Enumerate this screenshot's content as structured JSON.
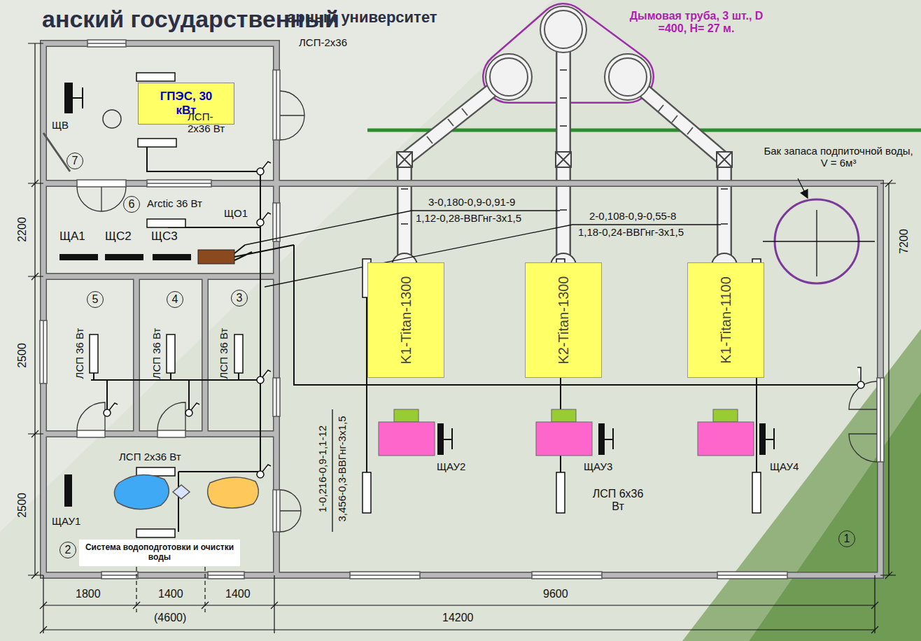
{
  "diagram": {
    "nodes": [
      {
        "text": [
          "ГПЭС, 30 кВт"
        ]
      },
      {
        "text": [
          "7"
        ]
      },
      {
        "text": [
          "6"
        ]
      },
      {
        "text": [
          "Бак запаса подпиточной воды, V = 6м³"
        ]
      },
      {
        "text": [
          "5"
        ]
      },
      {
        "text": [
          "4"
        ]
      },
      {
        "text": [
          "3"
        ]
      },
      {
        "text": [
          "K1-Titan-1300"
        ]
      },
      {
        "text": [
          "K2-Titan-1300"
        ]
      },
      {
        "text": [
          "K1-Titan-1100"
        ]
      },
      {
        "text": [
          "2"
        ]
      },
      {
        "text": [
          "Система водоподготовки и очистки воды"
        ]
      },
      {
        "text": [
          "1"
        ]
      }
    ],
    "labels": [
      "анский государственный",
      "арный университет",
      "ЛСП-2х36",
      "ЛСП- 2х36 Вт",
      "ЩВ",
      "Arctic 36 Вт",
      "ЩО1",
      "ЩА1",
      "ЩС2",
      "ЩС3",
      "3-0,180-0,9-0,91-9",
      "1,12-0,28-ВВГнг-3х1,5",
      "2-0,108-0,9-0,55-8",
      "1,18-0,24-ВВГнг-3х1,5",
      "ЛСП 36 Вт",
      "ЛСП 36 Вт",
      "ЛСП 36 Вт",
      "ЛСП 2х36 Вт",
      "ЩАУ1",
      "ЩАУ2",
      "ЩАУ3",
      "ЩАУ4",
      "ЛСП 6х36 Вт",
      "1-0,216-0,9-1,1-12",
      "3,456-0,3-ВВГнг-3х1,5",
      "2200",
      "2500",
      "2500",
      "1800",
      "1400",
      "1400",
      "(4600)",
      "9600",
      "14200",
      "7200",
      "Дымовая труба, 3 шт., D =400, H= 27 м."
    ]
  }
}
